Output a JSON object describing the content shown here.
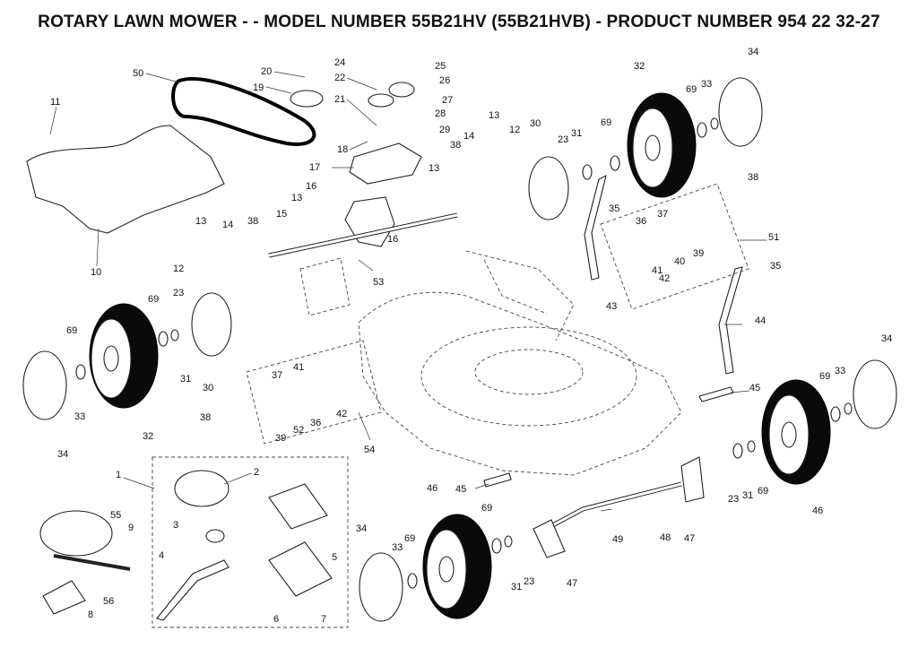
{
  "title": "ROTARY LAWN MOWER - - MODEL NUMBER 55B21HV (55B21HVB) - PRODUCT NUMBER 954 22 32-27",
  "callouts": [
    {
      "id": "c-50",
      "text": "50"
    },
    {
      "id": "c-20",
      "text": "20"
    },
    {
      "id": "c-19",
      "text": "19"
    },
    {
      "id": "c-24",
      "text": "24"
    },
    {
      "id": "c-25",
      "text": "25"
    },
    {
      "id": "c-22",
      "text": "22"
    },
    {
      "id": "c-26",
      "text": "26"
    },
    {
      "id": "c-27",
      "text": "27"
    },
    {
      "id": "c-21",
      "text": "21"
    },
    {
      "id": "c-28",
      "text": "28"
    },
    {
      "id": "c-29",
      "text": "29"
    },
    {
      "id": "c-18",
      "text": "18"
    },
    {
      "id": "c-17",
      "text": "17"
    },
    {
      "id": "c-11",
      "text": "11"
    },
    {
      "id": "c-13a",
      "text": "13"
    },
    {
      "id": "c-14a",
      "text": "14"
    },
    {
      "id": "c-12a",
      "text": "12"
    },
    {
      "id": "c-38a",
      "text": "38"
    },
    {
      "id": "c-30a",
      "text": "30"
    },
    {
      "id": "c-13b",
      "text": "13"
    },
    {
      "id": "c-16a",
      "text": "16"
    },
    {
      "id": "c-13c",
      "text": "13"
    },
    {
      "id": "c-16b",
      "text": "16"
    },
    {
      "id": "c-15",
      "text": "15"
    },
    {
      "id": "c-13d",
      "text": "13"
    },
    {
      "id": "c-14b",
      "text": "14"
    },
    {
      "id": "c-38b",
      "text": "38"
    },
    {
      "id": "c-12b",
      "text": "12"
    },
    {
      "id": "c-10",
      "text": "10"
    },
    {
      "id": "c-53",
      "text": "53"
    },
    {
      "id": "c-32a",
      "text": "32"
    },
    {
      "id": "c-69a",
      "text": "69"
    },
    {
      "id": "c-33a",
      "text": "33"
    },
    {
      "id": "c-34a",
      "text": "34"
    },
    {
      "id": "c-23a",
      "text": "23"
    },
    {
      "id": "c-31a",
      "text": "31"
    },
    {
      "id": "c-69b",
      "text": "69"
    },
    {
      "id": "c-35a",
      "text": "35"
    },
    {
      "id": "c-38c",
      "text": "38"
    },
    {
      "id": "c-36a",
      "text": "36"
    },
    {
      "id": "c-37a",
      "text": "37"
    },
    {
      "id": "c-51",
      "text": "51"
    },
    {
      "id": "c-39a",
      "text": "39"
    },
    {
      "id": "c-40",
      "text": "40"
    },
    {
      "id": "c-41a",
      "text": "41"
    },
    {
      "id": "c-42a",
      "text": "42"
    },
    {
      "id": "c-43",
      "text": "43"
    },
    {
      "id": "c-35b",
      "text": "35"
    },
    {
      "id": "c-44",
      "text": "44"
    },
    {
      "id": "c-69c",
      "text": "69"
    },
    {
      "id": "c-23b",
      "text": "23"
    },
    {
      "id": "c-69d",
      "text": "69"
    },
    {
      "id": "c-31b",
      "text": "31"
    },
    {
      "id": "c-30b",
      "text": "30"
    },
    {
      "id": "c-33b",
      "text": "33"
    },
    {
      "id": "c-34b",
      "text": "34"
    },
    {
      "id": "c-32b",
      "text": "32"
    },
    {
      "id": "c-37b",
      "text": "37"
    },
    {
      "id": "c-41b",
      "text": "41"
    },
    {
      "id": "c-38d",
      "text": "38"
    },
    {
      "id": "c-36b",
      "text": "36"
    },
    {
      "id": "c-42b",
      "text": "42"
    },
    {
      "id": "c-39b",
      "text": "39"
    },
    {
      "id": "c-52",
      "text": "52"
    },
    {
      "id": "c-54",
      "text": "54"
    },
    {
      "id": "c-34c",
      "text": "34"
    },
    {
      "id": "c-69e",
      "text": "69"
    },
    {
      "id": "c-33c",
      "text": "33"
    },
    {
      "id": "c-45a",
      "text": "45"
    },
    {
      "id": "c-46a",
      "text": "46"
    },
    {
      "id": "c-23c",
      "text": "23"
    },
    {
      "id": "c-31c",
      "text": "31"
    },
    {
      "id": "c-69f",
      "text": "69"
    },
    {
      "id": "c-1",
      "text": "1"
    },
    {
      "id": "c-2",
      "text": "2"
    },
    {
      "id": "c-3",
      "text": "3"
    },
    {
      "id": "c-4",
      "text": "4"
    },
    {
      "id": "c-5",
      "text": "5"
    },
    {
      "id": "c-6",
      "text": "6"
    },
    {
      "id": "c-7",
      "text": "7"
    },
    {
      "id": "c-55",
      "text": "55"
    },
    {
      "id": "c-9",
      "text": "9"
    },
    {
      "id": "c-56",
      "text": "56"
    },
    {
      "id": "c-8",
      "text": "8"
    },
    {
      "id": "c-45b",
      "text": "45"
    },
    {
      "id": "c-46b",
      "text": "46"
    },
    {
      "id": "c-34d",
      "text": "34"
    },
    {
      "id": "c-33d",
      "text": "33"
    },
    {
      "id": "c-69g",
      "text": "69"
    },
    {
      "id": "c-69h",
      "text": "69"
    },
    {
      "id": "c-31d",
      "text": "31"
    },
    {
      "id": "c-23d",
      "text": "23"
    },
    {
      "id": "c-47a",
      "text": "47"
    },
    {
      "id": "c-49",
      "text": "49"
    },
    {
      "id": "c-48",
      "text": "48"
    },
    {
      "id": "c-47b",
      "text": "47"
    }
  ]
}
